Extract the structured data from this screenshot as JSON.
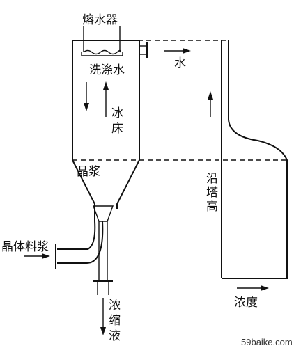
{
  "diagram": {
    "labels": {
      "melter": "熔水器",
      "wash_water": "洗涤水",
      "water": "水",
      "ice_bed_1": "冰",
      "ice_bed_2": "床",
      "slurry": "晶浆",
      "along_1": "沿",
      "along_2": "塔",
      "along_3": "高",
      "feed": "晶体料浆",
      "conc_1": "浓",
      "conc_2": "缩",
      "conc_3": "液",
      "concentration": "浓度"
    },
    "watermark": "59baike.com"
  }
}
